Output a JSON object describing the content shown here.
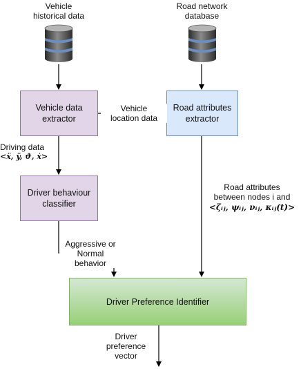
{
  "sources": {
    "vehicle_historical": {
      "line1": "Vehicle",
      "line2": "historical data",
      "icon": "database-icon"
    },
    "road_network": {
      "line1": "Road network",
      "line2": "database",
      "icon": "database-icon"
    }
  },
  "nodes": {
    "vehicle_extractor": {
      "line1": "Vehicle data",
      "line2": "extractor"
    },
    "road_extractor": {
      "line1": "Road attributes",
      "line2": "extractor"
    },
    "behaviour_classifier": {
      "line1": "Driver behaviour",
      "line2": "classifier"
    },
    "preference_identifier": {
      "label": "Driver Preference Identifier"
    }
  },
  "edge_labels": {
    "vehicle_location": {
      "line1": "Vehicle",
      "line2": "location data"
    },
    "driving_data": {
      "line1": "Driving data",
      "line2": "<ẍ, ÿ, ϑ, ẋ>"
    },
    "road_attributes": {
      "line1": "Road attributes",
      "line2": "between nodes i and",
      "line3": "<ζᵢⱼ, ψᵢⱼ, νᵢⱼ, κᵢⱼ(t)>"
    },
    "behavior": {
      "line1": "Aggressive or",
      "line2": "Normal",
      "line3": "behavior"
    },
    "output": {
      "line1": "Driver",
      "line2": "preference",
      "line3": "vector"
    }
  },
  "colors": {
    "purple_fill": "#e1d5e7",
    "purple_stroke": "#9673a6",
    "blue_fill": "#dae8fc",
    "blue_stroke": "#6c8ebf",
    "green_fill": "#97d077",
    "green_stroke": "#82b366"
  }
}
